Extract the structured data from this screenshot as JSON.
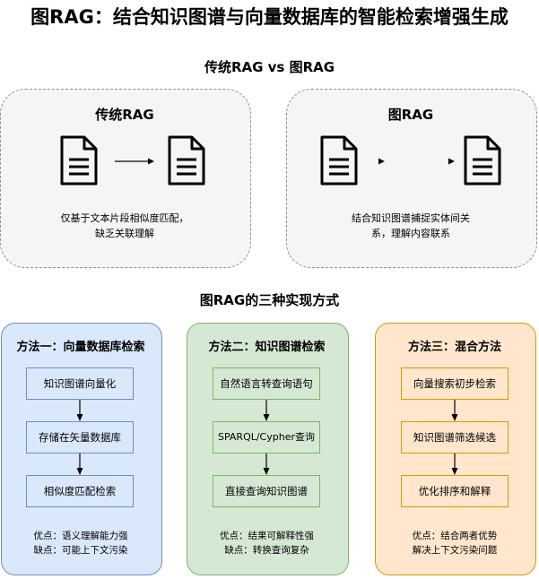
{
  "title": "图RAG：结合知识图谱与向量数据库的智能检索增强生成",
  "subtitle": "传统RAG vs 图RAG",
  "comparison": {
    "traditional": {
      "title": "传统RAG",
      "desc_line1": "仅基于文本片段相似度匹配，",
      "desc_line2": "缺乏关联理解"
    },
    "graph": {
      "title": "图RAG",
      "desc_line1": "结合知识图谱捕捉实体间关",
      "desc_line2": "系，理解内容联系"
    }
  },
  "methods_title": "图RAG的三种实现方式",
  "methods": [
    {
      "title": "方法一：向量数据库检索",
      "steps": [
        "知识图谱向量化",
        "存储在矢量数据库",
        "相似度匹配检索"
      ],
      "pros": "优点：语义理解能力强",
      "cons": "缺点：可能上下文污染",
      "color": "#6c8ebf",
      "fill": "#dae8fc"
    },
    {
      "title": "方法二：知识图谱检索",
      "steps": [
        "自然语言转查询语句",
        "SPARQL/Cypher查询",
        "直接查询知识图谱"
      ],
      "pros": "优点：结果可解释性强",
      "cons": "缺点：转换查询复杂",
      "color": "#82b366",
      "fill": "#d5e8d4"
    },
    {
      "title": "方法三：混合方法",
      "steps": [
        "向量搜索初步检索",
        "知识图谱筛选候选",
        "优化排序和解释"
      ],
      "pros": "优点：结合两者优势",
      "cons": "解决上下文污染问题",
      "color": "#d79b00",
      "fill": "#ffe6cc"
    }
  ]
}
